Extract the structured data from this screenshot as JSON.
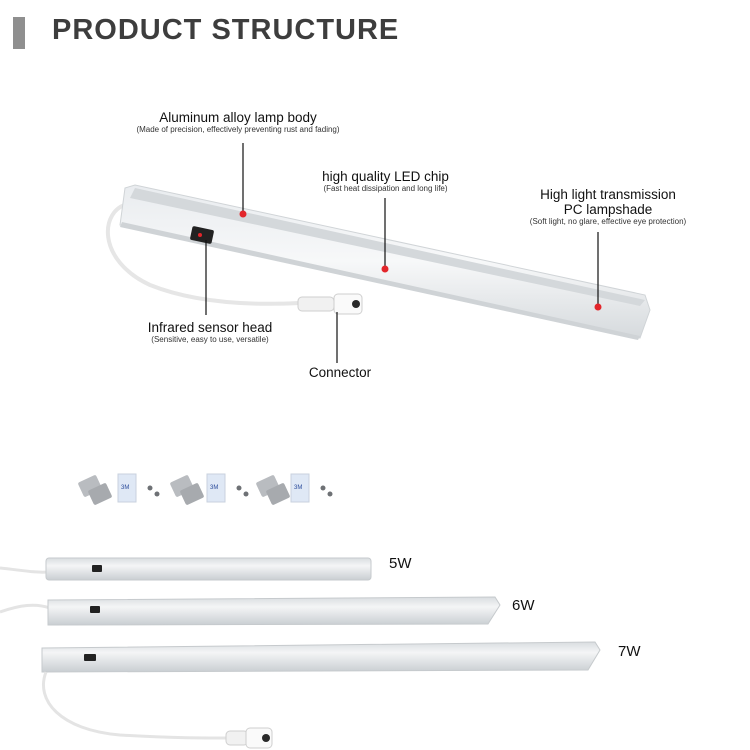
{
  "header": {
    "title": "PRODUCT STRUCTURE"
  },
  "callouts": [
    {
      "title": "Aluminum alloy lamp body",
      "subtitle": "(Made of precision, effectively preventing rust and fading)"
    },
    {
      "title": "high quality LED chip",
      "subtitle": "(Fast heat dissipation and long life)"
    },
    {
      "title": "High light transmission",
      "title2": "PC lampshade",
      "subtitle": "(Soft light, no glare, effective eye protection)"
    },
    {
      "title": "Infrared sensor head",
      "subtitle": "(Sensitive, easy to use, versatile)"
    },
    {
      "title": "Connector"
    }
  ],
  "variants": [
    {
      "label": "5W"
    },
    {
      "label": "6W"
    },
    {
      "label": "7W"
    }
  ],
  "accent_color": "#e3262b"
}
